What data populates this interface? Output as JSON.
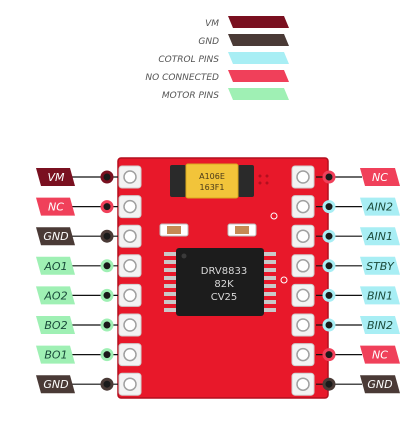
{
  "legend": [
    {
      "label": "VM",
      "color": "#7a1020"
    },
    {
      "label": "GND",
      "color": "#4a3a36"
    },
    {
      "label": "COTROL PINS",
      "color": "#a8eef4"
    },
    {
      "label": "NO CONNECTED",
      "color": "#f0405a"
    },
    {
      "label": "MOTOR PINS",
      "color": "#9ff0b4"
    }
  ],
  "colors": {
    "vm": "#7a1020",
    "gnd": "#4a3a36",
    "control": "#a8eef4",
    "nc": "#f0405a",
    "motor": "#9ff0b4",
    "board": "#e8182a",
    "chip": "#1c1c1c"
  },
  "left_pins": [
    {
      "label": "VM",
      "kind": "vm"
    },
    {
      "label": "NC",
      "kind": "nc"
    },
    {
      "label": "GND",
      "kind": "gnd"
    },
    {
      "label": "AO1",
      "kind": "motor"
    },
    {
      "label": "AO2",
      "kind": "motor"
    },
    {
      "label": "BO2",
      "kind": "motor"
    },
    {
      "label": "BO1",
      "kind": "motor"
    },
    {
      "label": "GND",
      "kind": "gnd"
    }
  ],
  "right_pins": [
    {
      "label": "NC",
      "kind": "nc"
    },
    {
      "label": "AIN2",
      "kind": "control"
    },
    {
      "label": "AIN1",
      "kind": "control"
    },
    {
      "label": "STBY",
      "kind": "control"
    },
    {
      "label": "BIN1",
      "kind": "control"
    },
    {
      "label": "BIN2",
      "kind": "control"
    },
    {
      "label": "NC",
      "kind": "nc"
    },
    {
      "label": "GND",
      "kind": "gnd"
    }
  ],
  "board": {
    "capacitor_text": [
      "A106E",
      "163F1"
    ],
    "chip_text": [
      "DRV8833",
      "82K",
      "CV25"
    ]
  }
}
